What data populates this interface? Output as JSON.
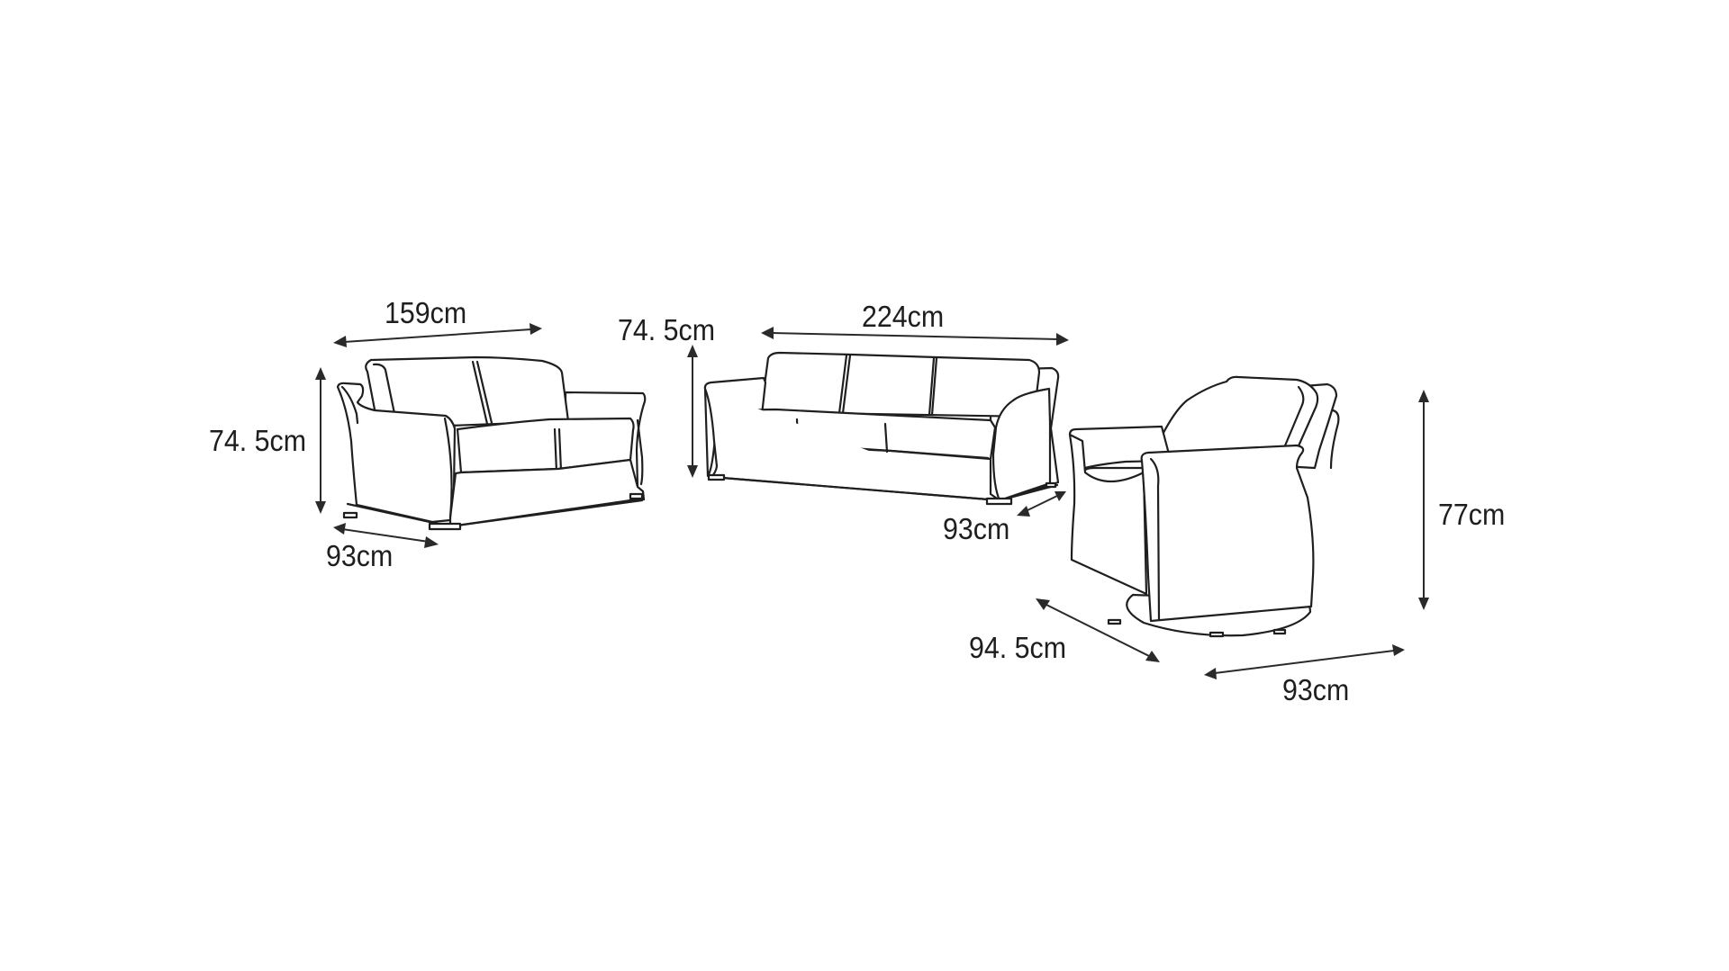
{
  "diagram": {
    "type": "furniture-dimension-drawing",
    "background_color": "#ffffff",
    "line_color": "#1f1f1f",
    "items": [
      {
        "name": "loveseat",
        "description": "2-seater sofa",
        "dimensions": {
          "width": "159cm",
          "height": "74. 5cm",
          "depth": "93cm"
        }
      },
      {
        "name": "three-seater-sofa",
        "description": "3-seater sofa",
        "dimensions": {
          "width": "224cm",
          "height": "74. 5cm",
          "depth": "93cm"
        }
      },
      {
        "name": "swivel-armchair",
        "description": "swivel armchair",
        "dimensions": {
          "height": "77cm",
          "depth": "94. 5cm",
          "width": "93cm"
        }
      }
    ]
  }
}
